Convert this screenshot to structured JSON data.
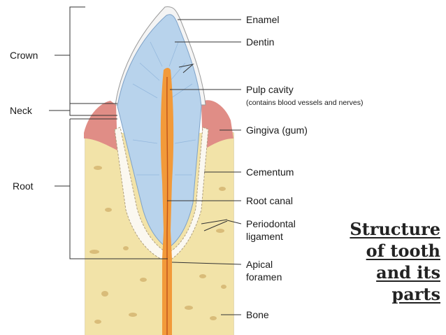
{
  "labels": {
    "crown": "Crown",
    "neck": "Neck",
    "root": "Root",
    "enamel": "Enamel",
    "dentin": "Dentin",
    "pulp_cavity": "Pulp cavity",
    "pulp_cavity_note": "(contains blood vessels and nerves)",
    "gingiva": "Gingiva (gum)",
    "cementum": "Cementum",
    "root_canal": "Root canal",
    "periodontal_1": "Periodontal",
    "periodontal_2": "ligament",
    "apical_1": "Apical",
    "apical_2": "foramen",
    "bone": "Bone"
  },
  "caption": [
    "Structure",
    "of tooth",
    "and its",
    "parts"
  ],
  "colors": {
    "bone": "#f2e3a8",
    "gum": "#e08d86",
    "dentin": "#b8d3ec",
    "pulp": "#f29a3a",
    "enamel": "#f4f4f4",
    "line": "#333333"
  }
}
